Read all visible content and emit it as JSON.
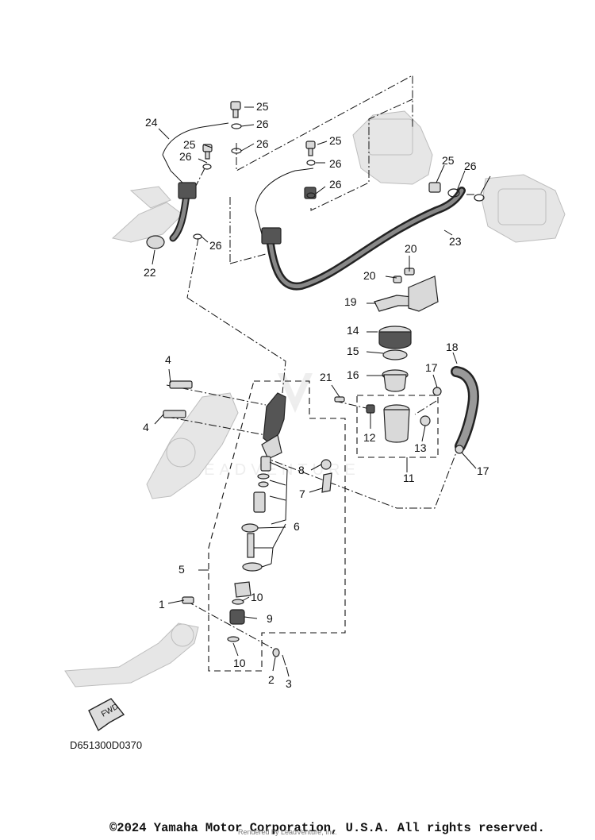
{
  "diagram": {
    "callouts": [
      "1",
      "2",
      "3",
      "4",
      "4",
      "5",
      "6",
      "7",
      "8",
      "9",
      "10",
      "10",
      "11",
      "12",
      "13",
      "14",
      "15",
      "16",
      "17",
      "17",
      "18",
      "19",
      "20",
      "20",
      "21",
      "22",
      "23",
      "24",
      "25",
      "25",
      "25",
      "25",
      "26",
      "26",
      "26",
      "26",
      "26",
      "26",
      "26"
    ],
    "fwd_label": "FWD",
    "diagram_code": "D651300D0370",
    "watermark_text": "LEADVENTURE"
  },
  "footer": {
    "copyright": "©2024 Yamaha Motor Corporation, U.S.A. All rights reserved.",
    "rendered_by": "Rendered by LeadVenture, Inc."
  },
  "colors": {
    "line": "#111111",
    "part_fill": "#d9d9d9",
    "ghost_fill": "#e6e6e6"
  }
}
